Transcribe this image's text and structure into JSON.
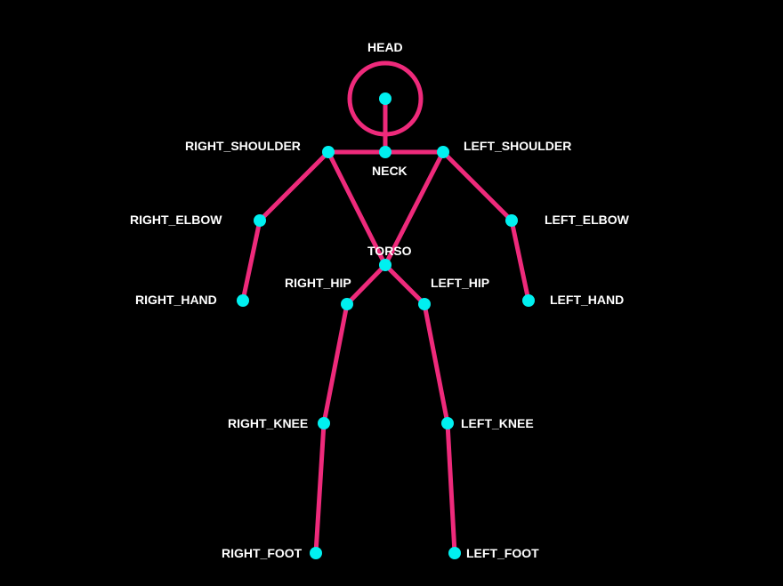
{
  "colors": {
    "background": "#000000",
    "bone": "#ee2a7b",
    "joint": "#00f0f0",
    "label": "#ffffff"
  },
  "joints": {
    "head": "HEAD",
    "neck": "NECK",
    "right_shoulder": "RIGHT_SHOULDER",
    "left_shoulder": "LEFT_SHOULDER",
    "right_elbow": "RIGHT_ELBOW",
    "left_elbow": "LEFT_ELBOW",
    "torso": "TORSO",
    "right_hand": "RIGHT_HAND",
    "left_hand": "LEFT_HAND",
    "right_hip": "RIGHT_HIP",
    "left_hip": "LEFT_HIP",
    "right_knee": "RIGHT_KNEE",
    "left_knee": "LEFT_KNEE",
    "right_foot": "RIGHT_FOOT",
    "left_foot": "LEFT_FOOT"
  },
  "bones": [
    [
      "head",
      "neck"
    ],
    [
      "neck",
      "right_shoulder"
    ],
    [
      "neck",
      "left_shoulder"
    ],
    [
      "right_shoulder",
      "right_elbow"
    ],
    [
      "right_elbow",
      "right_hand"
    ],
    [
      "left_shoulder",
      "left_elbow"
    ],
    [
      "left_elbow",
      "left_hand"
    ],
    [
      "right_shoulder",
      "torso"
    ],
    [
      "left_shoulder",
      "torso"
    ],
    [
      "torso",
      "right_hip"
    ],
    [
      "torso",
      "left_hip"
    ],
    [
      "right_hip",
      "right_knee"
    ],
    [
      "right_knee",
      "right_foot"
    ],
    [
      "left_hip",
      "left_knee"
    ],
    [
      "left_knee",
      "left_foot"
    ]
  ]
}
